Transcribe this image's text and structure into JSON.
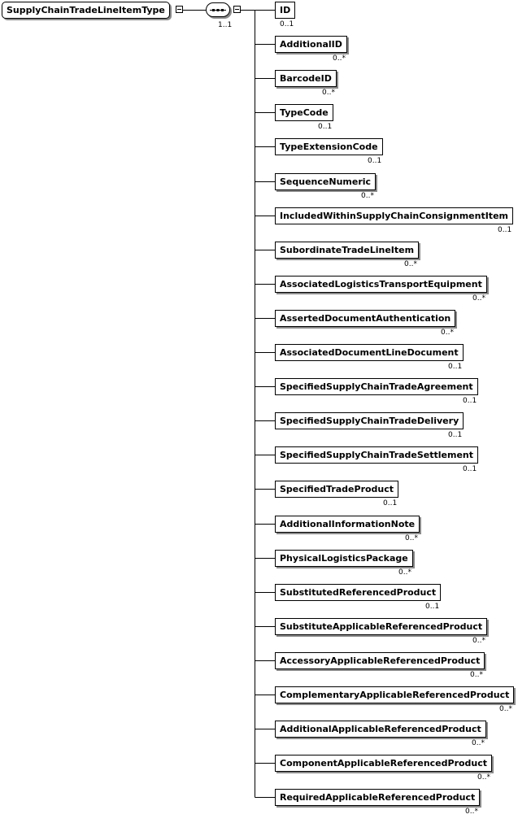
{
  "root": {
    "label": "SupplyChainTradeLineItemType"
  },
  "sequence": {
    "cardinality": "1..1"
  },
  "elements": [
    {
      "name": "ID",
      "card": "0..1"
    },
    {
      "name": "AdditionalID",
      "card": "0..*"
    },
    {
      "name": "BarcodeID",
      "card": "0..*"
    },
    {
      "name": "TypeCode",
      "card": "0..1"
    },
    {
      "name": "TypeExtensionCode",
      "card": "0..1"
    },
    {
      "name": "SequenceNumeric",
      "card": "0..*"
    },
    {
      "name": "IncludedWithinSupplyChainConsignmentItem",
      "card": "0..1"
    },
    {
      "name": "SubordinateTradeLineItem",
      "card": "0..*"
    },
    {
      "name": "AssociatedLogisticsTransportEquipment",
      "card": "0..*"
    },
    {
      "name": "AssertedDocumentAuthentication",
      "card": "0..*"
    },
    {
      "name": "AssociatedDocumentLineDocument",
      "card": "0..1"
    },
    {
      "name": "SpecifiedSupplyChainTradeAgreement",
      "card": "0..1"
    },
    {
      "name": "SpecifiedSupplyChainTradeDelivery",
      "card": "0..1"
    },
    {
      "name": "SpecifiedSupplyChainTradeSettlement",
      "card": "0..1"
    },
    {
      "name": "SpecifiedTradeProduct",
      "card": "0..1"
    },
    {
      "name": "AdditionalInformationNote",
      "card": "0..*"
    },
    {
      "name": "PhysicalLogisticsPackage",
      "card": "0..*"
    },
    {
      "name": "SubstitutedReferencedProduct",
      "card": "0..1"
    },
    {
      "name": "SubstituteApplicableReferencedProduct",
      "card": "0..*"
    },
    {
      "name": "AccessoryApplicableReferencedProduct",
      "card": "0..*"
    },
    {
      "name": "ComplementaryApplicableReferencedProduct",
      "card": "0..*"
    },
    {
      "name": "AdditionalApplicableReferencedProduct",
      "card": "0..*"
    },
    {
      "name": "ComponentApplicableReferencedProduct",
      "card": "0..*"
    },
    {
      "name": "RequiredApplicableReferencedProduct",
      "card": "0..*"
    }
  ]
}
